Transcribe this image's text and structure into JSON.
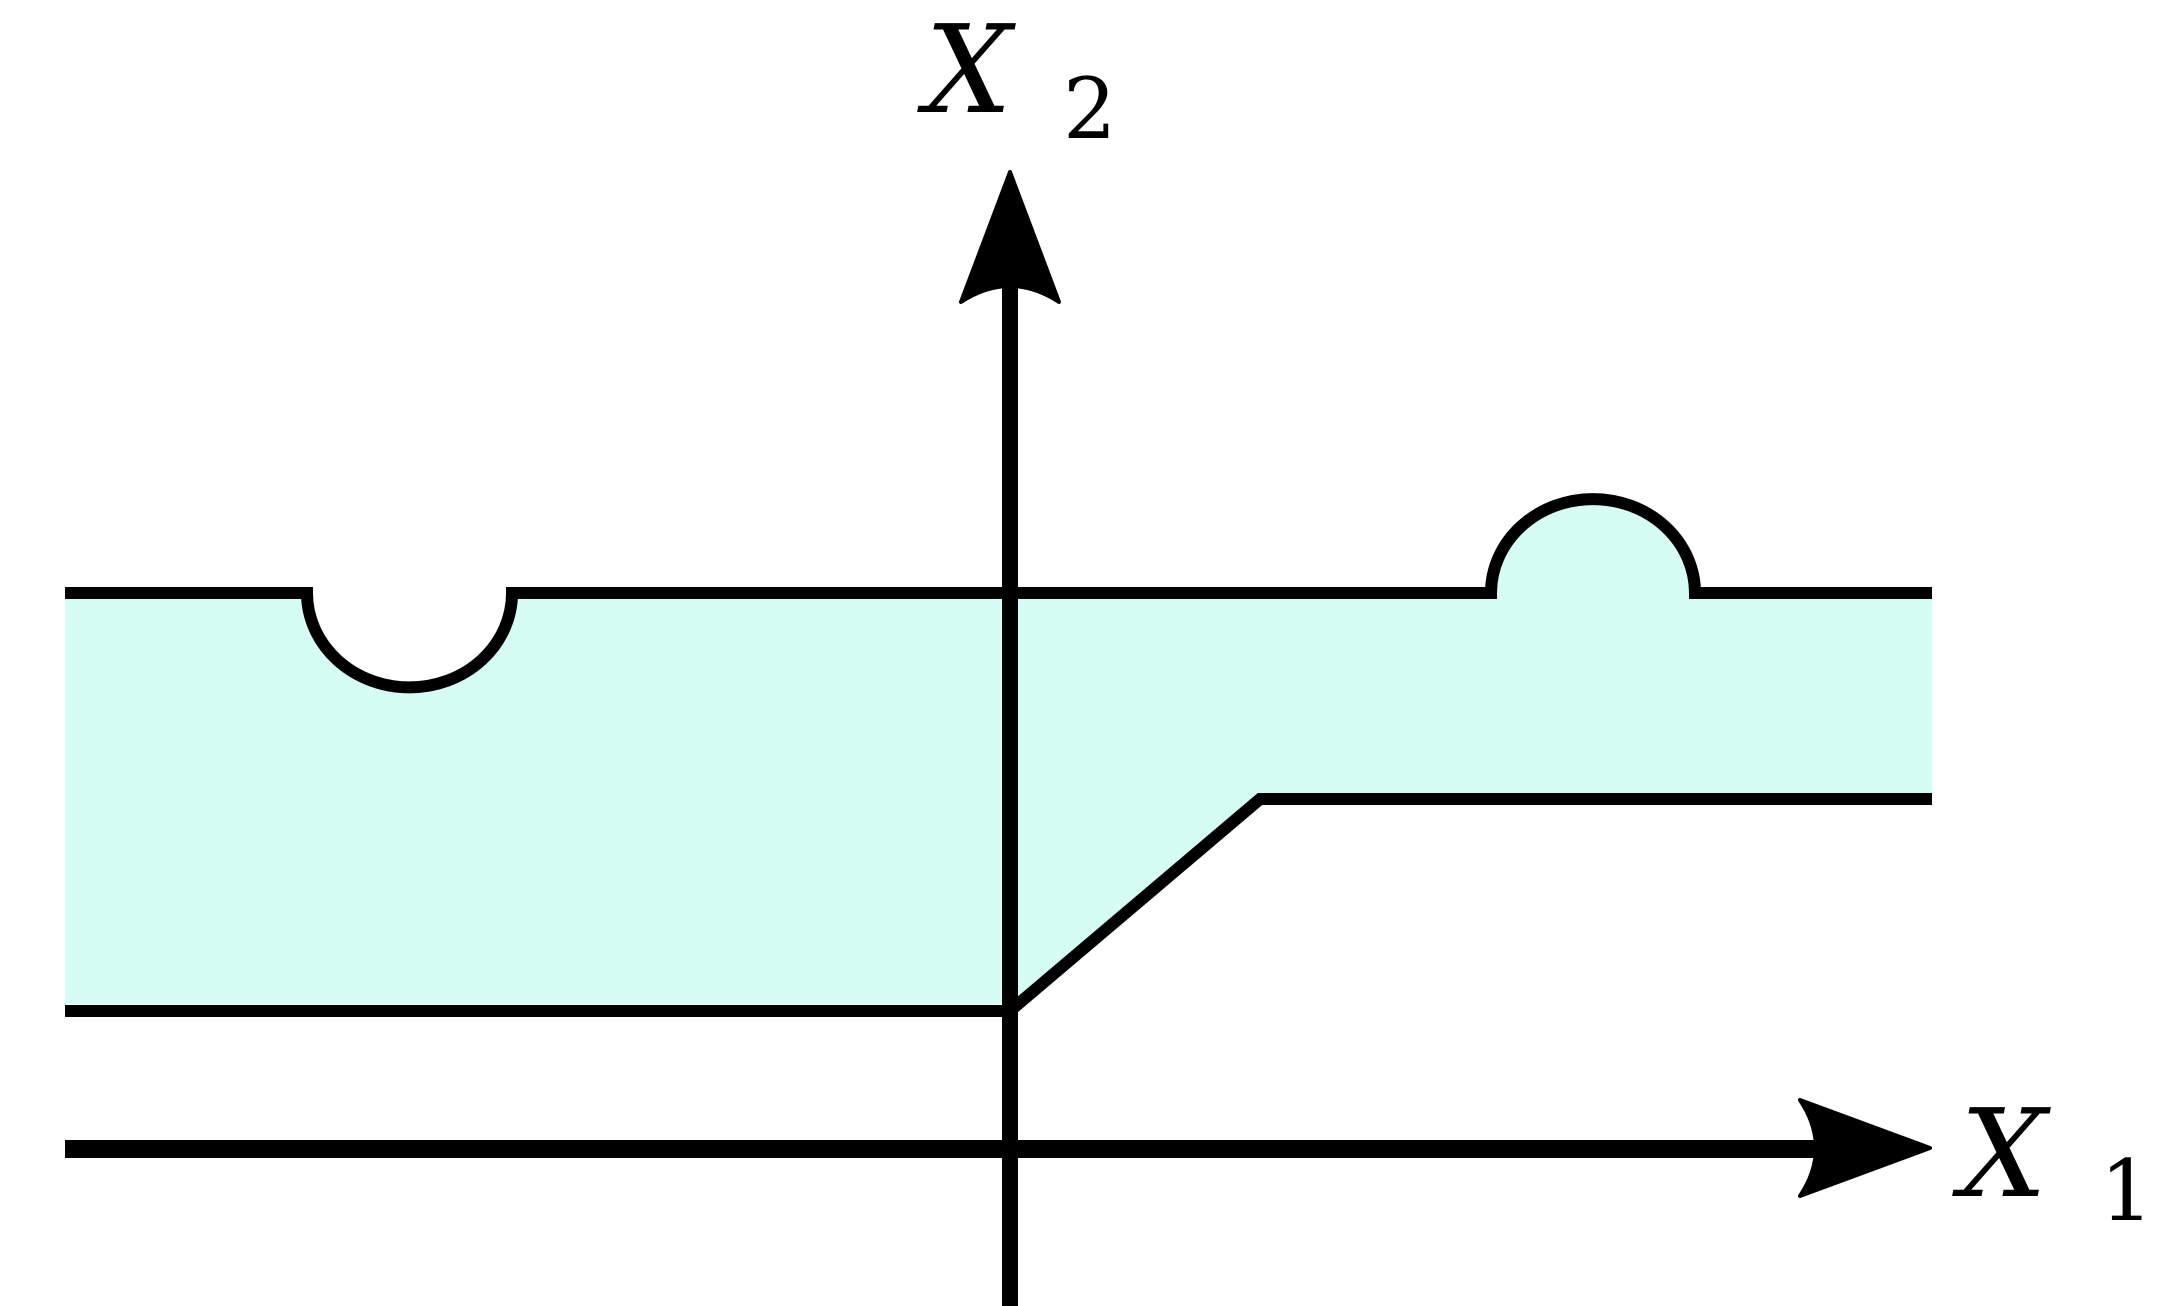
{
  "diagram": {
    "x_axis_label": "X",
    "x_axis_subscript": "1",
    "y_axis_label": "X",
    "y_axis_subscript": "2",
    "colors": {
      "fill": "#d5fdf4",
      "stroke": "#000000",
      "background": "#ffffff"
    }
  }
}
